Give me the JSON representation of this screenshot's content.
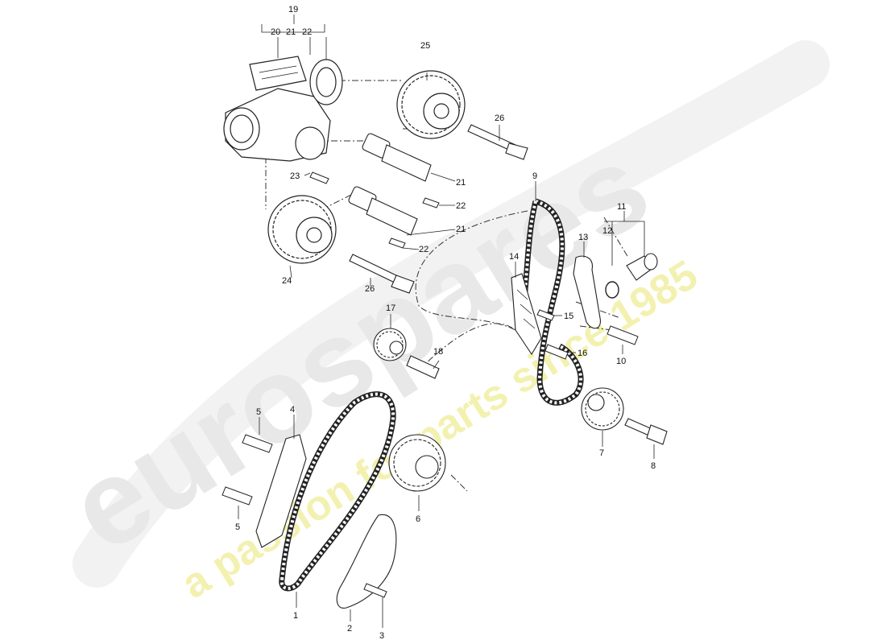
{
  "watermark": {
    "brand": "eurospares",
    "tagline": "a passion for parts since 1985",
    "brand_color": "#e6e6e6",
    "tagline_color": "#f2f0a8"
  },
  "callouts": {
    "n1": "1",
    "n2": "2",
    "n3": "3",
    "n4": "4",
    "n5a": "5",
    "n5b": "5",
    "n6": "6",
    "n7": "7",
    "n8": "8",
    "n9": "9",
    "n10": "10",
    "n11": "11",
    "n12": "12",
    "n13": "13",
    "n14": "14",
    "n15": "15",
    "n16": "16",
    "n17": "17",
    "n18": "18",
    "n19": "19",
    "n20": "20",
    "n21top": "21",
    "n22top": "22",
    "n21a": "21",
    "n22a": "22",
    "n21b": "21",
    "n22b": "22",
    "n23": "23",
    "n24": "24",
    "n25": "25",
    "n26a": "26",
    "n26b": "26"
  }
}
